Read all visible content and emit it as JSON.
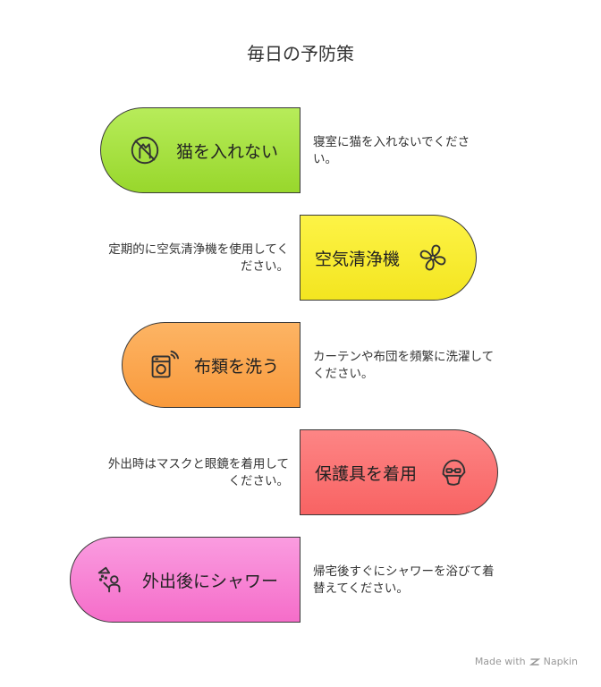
{
  "title": "毎日の予防策",
  "colors": {
    "green": "#a6e33f",
    "yellow": "#f8ed2a",
    "orange": "#fca64f",
    "red": "#fb7373",
    "pink": "#f782d2"
  },
  "steps": [
    {
      "label": "猫を入れない",
      "description": "寝室に猫を入れないでください。",
      "icon": "no-cat-icon"
    },
    {
      "label": "空気清浄機",
      "description": "定期的に空気清浄機を使用してください。",
      "icon": "fan-icon"
    },
    {
      "label": "布類を洗う",
      "description": "カーテンや布団を頻繁に洗濯してください。",
      "icon": "washing-machine-icon"
    },
    {
      "label": "保護具を着用",
      "description": "外出時はマスクと眼鏡を着用してください。",
      "icon": "mask-icon"
    },
    {
      "label": "外出後にシャワー",
      "description": "帰宅後すぐにシャワーを浴びて着替えてください。",
      "icon": "shower-icon"
    }
  ],
  "footer": {
    "prefix": "Made with",
    "brand": "Napkin"
  }
}
